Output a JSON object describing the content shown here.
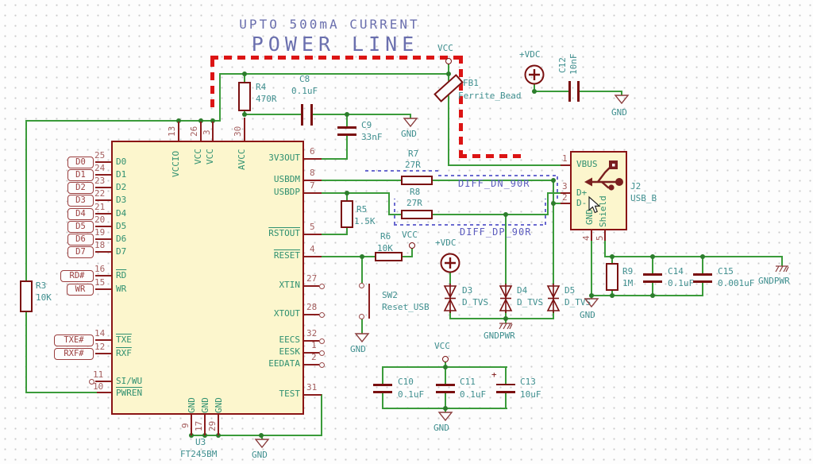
{
  "title": {
    "line1": "UPTO 500mA CURRENT",
    "line2": "POWER LINE"
  },
  "power": {
    "vcc": "VCC",
    "gnd": "GND",
    "vdc": "+VDC",
    "gndpwr": "GNDPWR"
  },
  "nets": {
    "diff_dn": "DIFF_DN_90R",
    "diff_dp": "DIFF_DP_90R"
  },
  "ic": {
    "ref": "U3",
    "value": "FT245BM",
    "left_pins": [
      {
        "num": "25",
        "name": "D0",
        "tag": "D0"
      },
      {
        "num": "24",
        "name": "D1",
        "tag": "D1"
      },
      {
        "num": "23",
        "name": "D2",
        "tag": "D2"
      },
      {
        "num": "22",
        "name": "D3",
        "tag": "D3"
      },
      {
        "num": "21",
        "name": "D4",
        "tag": "D4"
      },
      {
        "num": "20",
        "name": "D5",
        "tag": "D5"
      },
      {
        "num": "19",
        "name": "D6",
        "tag": "D6"
      },
      {
        "num": "18",
        "name": "D7",
        "tag": "D7"
      },
      {
        "num": "16",
        "name": "RD",
        "tag": "RD#"
      },
      {
        "num": "15",
        "name": "WR",
        "tag": "WR"
      },
      {
        "num": "14",
        "name": "TXE",
        "tag": "TXE#"
      },
      {
        "num": "12",
        "name": "RXF",
        "tag": "RXF#"
      },
      {
        "num": "11",
        "name": "SI/WU"
      },
      {
        "num": "10",
        "name": "PWREN"
      }
    ],
    "top_pins": [
      {
        "num": "13",
        "name": "VCCIO"
      },
      {
        "num": "26",
        "name": "VCC"
      },
      {
        "num": "3",
        "name": "VCC"
      },
      {
        "num": "30",
        "name": "AVCC"
      }
    ],
    "right_pins": [
      {
        "num": "6",
        "name": "3V3OUT"
      },
      {
        "num": "8",
        "name": "USBDM"
      },
      {
        "num": "7",
        "name": "USBDP"
      },
      {
        "num": "5",
        "name": "RSTOUT"
      },
      {
        "num": "4",
        "name": "RESET"
      },
      {
        "num": "27",
        "name": "XTIN"
      },
      {
        "num": "28",
        "name": "XTOUT"
      },
      {
        "num": "32",
        "name": "EECS"
      },
      {
        "num": "1",
        "name": "EESK"
      },
      {
        "num": "2",
        "name": "EEDATA"
      },
      {
        "num": "31",
        "name": "TEST"
      }
    ],
    "bottom_pins": [
      {
        "num": "9",
        "name": "GND"
      },
      {
        "num": "17",
        "name": "GND"
      },
      {
        "num": "29",
        "name": "GND"
      }
    ]
  },
  "parts": {
    "r3": {
      "ref": "R3",
      "value": "10K"
    },
    "r4": {
      "ref": "R4",
      "value": "470R"
    },
    "r5": {
      "ref": "R5",
      "value": "1.5K"
    },
    "r6": {
      "ref": "R6",
      "value": "10K"
    },
    "r7": {
      "ref": "R7",
      "value": "27R"
    },
    "r8": {
      "ref": "R8",
      "value": "27R"
    },
    "r9": {
      "ref": "R9",
      "value": "1M"
    },
    "c8": {
      "ref": "C8",
      "value": "0.1uF"
    },
    "c9": {
      "ref": "C9",
      "value": "33nF"
    },
    "c10": {
      "ref": "C10",
      "value": "0.1uF"
    },
    "c11": {
      "ref": "C11",
      "value": "0.1uF"
    },
    "c12": {
      "ref": "C12",
      "value": "10nF"
    },
    "c13": {
      "ref": "C13",
      "value": "10uF",
      "polarity": "+"
    },
    "c14": {
      "ref": "C14",
      "value": "0.1uF"
    },
    "c15": {
      "ref": "C15",
      "value": "0.001uF"
    },
    "fb1": {
      "ref": "FB1",
      "value": "Ferrite_Bead"
    },
    "d3": {
      "ref": "D3",
      "value": "D_TVS"
    },
    "d4": {
      "ref": "D4",
      "value": "D_TVS"
    },
    "d5": {
      "ref": "D5",
      "value": "D_TVS"
    },
    "sw2": {
      "ref": "SW2",
      "value": "Reset_USB"
    },
    "j2": {
      "ref": "J2",
      "value": "USB_B",
      "pins": [
        {
          "num": "1",
          "name": "VBUS"
        },
        {
          "num": "3",
          "name": "D+"
        },
        {
          "num": "2",
          "name": "D-"
        },
        {
          "num": "4",
          "name": "GND"
        },
        {
          "num": "5",
          "name": "Shield"
        }
      ]
    }
  }
}
